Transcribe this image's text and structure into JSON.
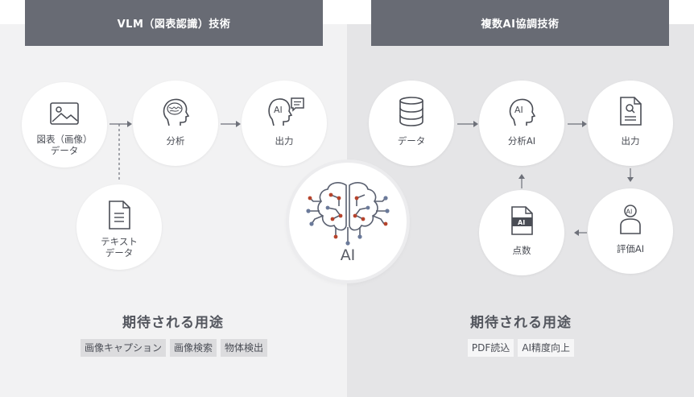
{
  "left_panel": {
    "header": "VLM（図表認識）技術",
    "nodes": {
      "image_data": "図表（画像）\nデータ",
      "analysis": "分析",
      "output": "出力",
      "text_data": "テキスト\nデータ"
    },
    "output_icon_text": "AI",
    "usage_title": "期待される用途",
    "usage_tags": [
      "画像キャプション",
      "画像検索",
      "物体検出"
    ]
  },
  "center": {
    "label": "AI"
  },
  "right_panel": {
    "header": "複数AI協調技術",
    "nodes": {
      "data": "データ",
      "analysis_ai": "分析AI",
      "output": "出力",
      "evaluation_ai": "評価AI",
      "score": "点数"
    },
    "analysis_icon_text": "AI",
    "evaluation_icon_text": "AI",
    "score_icon_text": "AI",
    "usage_title": "期待される用途",
    "usage_tags": [
      "PDF読込",
      "AI精度向上"
    ]
  },
  "colors": {
    "header_bg": "#686b74",
    "left_bg": "#f2f2f3",
    "right_bg": "#e5e5e7",
    "brain_line": "#5a6070",
    "brain_node_red": "#b5432c",
    "brain_node_blue": "#6b7a9a"
  }
}
